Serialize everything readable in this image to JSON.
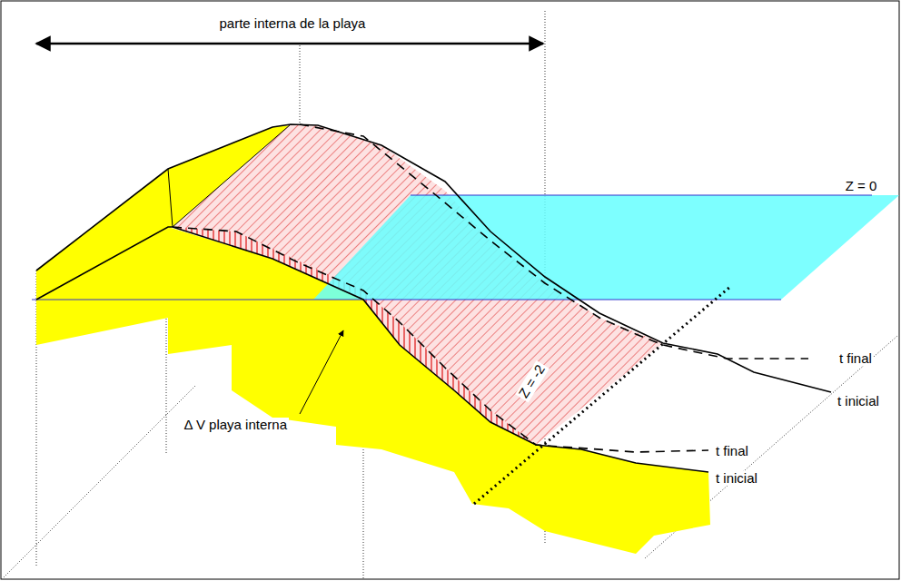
{
  "diagram": {
    "labels": [
      "parte interna de la playa",
      "Z = 0",
      "Z = -2",
      "t final",
      "t inicial",
      "t final",
      "t inicial",
      "Δ V playa interna"
    ]
  }
}
